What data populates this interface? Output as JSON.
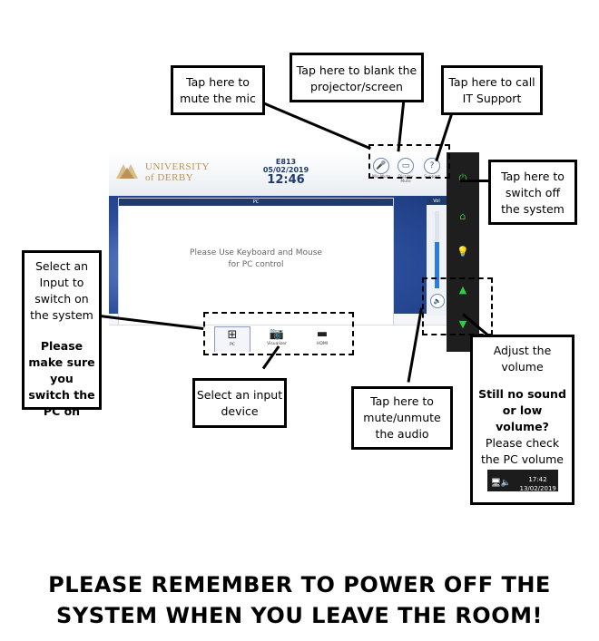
{
  "panel": {
    "logo_line1": "UNIVERSITY",
    "logo_line2": "of DERBY",
    "room": "E813",
    "date": "05/02/2019",
    "time": "12:46",
    "header_buttons": {
      "mic_label": "Mic Mute",
      "display_label": "Display Mute",
      "support_label": "Support"
    },
    "pc_window_title": "PC",
    "pc_message_line1": "Please Use Keyboard and Mouse",
    "pc_message_line2": "for PC control",
    "volume_title": "Vol",
    "volume_level": 0.6,
    "sources": [
      {
        "label": "PC",
        "icon": "windows-icon",
        "selected": true
      },
      {
        "label": "Visualizer",
        "icon": "visualizer-icon",
        "selected": false
      },
      {
        "label": "HDMI",
        "icon": "hdmi-icon",
        "selected": false
      }
    ]
  },
  "callouts": {
    "mute_mic": "Tap here to mute the mic",
    "blank_projector": "Tap here to blank the projector/screen",
    "it_support": "Tap here to call IT Support",
    "switch_off": "Tap here to switch off the system",
    "select_input_line1": "Select an Input to switch on the system",
    "select_input_line2": "Please make sure you switch the PC on",
    "select_device": "Select an input device",
    "mute_audio": "Tap here to mute/unmute the audio",
    "adjust_volume": "Adjust the volume",
    "still_no_sound": "Still no sound or low volume?",
    "check_pc_volume": "Please check the PC volume"
  },
  "taskbar_clock": {
    "time": "17:42",
    "date": "13/02/2019"
  },
  "footer": {
    "line1": "PLEASE REMEMBER TO POWER OFF THE",
    "line2": "SYSTEM WHEN YOU LEAVE THE ROOM!"
  },
  "colors": {
    "brand_gold": "#b8935a",
    "panel_navy": "#1f3a6b",
    "strip_green": "#2ecc40",
    "volume_blue": "#2b7be0"
  }
}
